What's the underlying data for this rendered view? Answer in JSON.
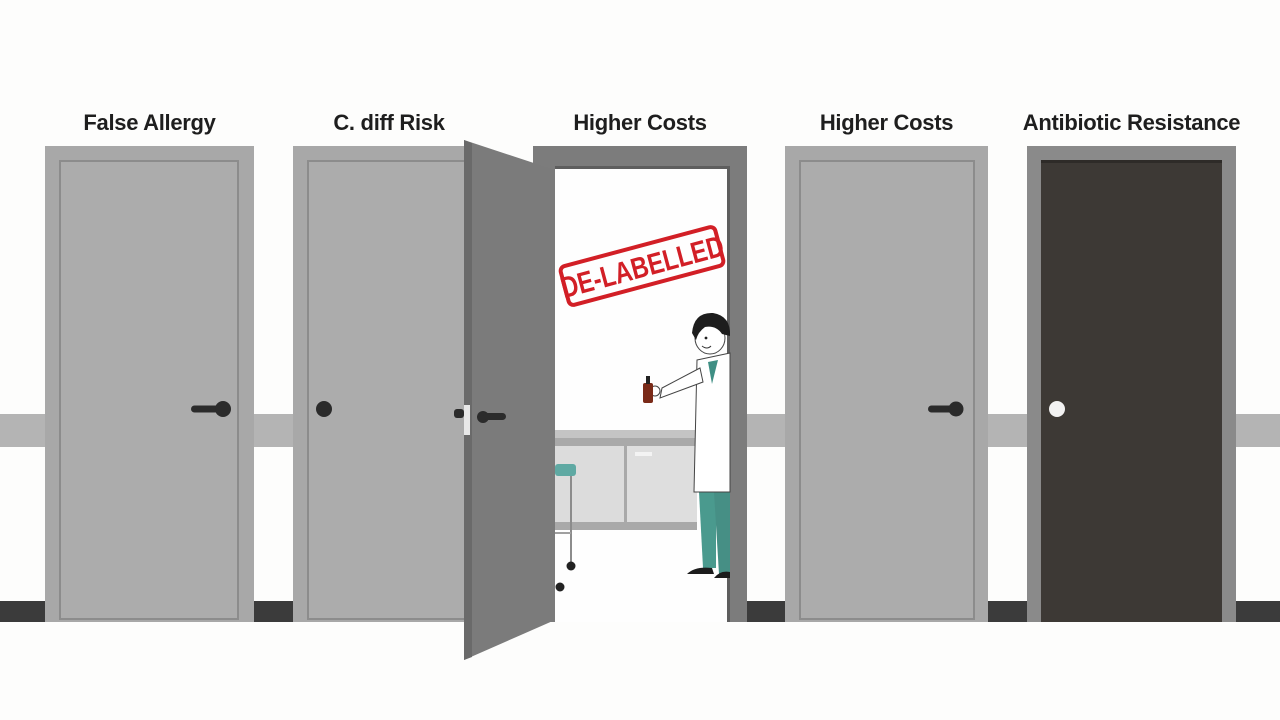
{
  "doors": [
    {
      "label": "False Allergy",
      "state": "closed",
      "panel_color": "#ababab",
      "frame_color": "#a6a6a6",
      "hardware": "lever-handle"
    },
    {
      "label": "C. diff Risk",
      "state": "closed",
      "panel_color": "#ababab",
      "frame_color": "#a6a6a6",
      "hardware": "round-knob"
    },
    {
      "label": "Higher Costs",
      "state": "open",
      "panel_color": "#7b7b7b",
      "frame_color": "#7a7a7a",
      "hardware": "lever-handle"
    },
    {
      "label": "Higher Costs",
      "state": "closed",
      "panel_color": "#ababab",
      "frame_color": "#a6a6a6",
      "hardware": "lever-handle"
    },
    {
      "label": "Antibiotic Resistance",
      "state": "closed",
      "panel_color": "#3d3935",
      "frame_color": "#8a8a8a",
      "hardware": "white-knob"
    }
  ],
  "open_room": {
    "stamp_text": "DE-LABELLED",
    "stamp_color": "#d21f26",
    "figure": "doctor-holding-vial",
    "scrub_color": "#4a9a8e"
  },
  "colors": {
    "wall": "#fdfdfc",
    "chair_rail": "#b4b4b4",
    "baseboard": "#3b3b3b"
  }
}
